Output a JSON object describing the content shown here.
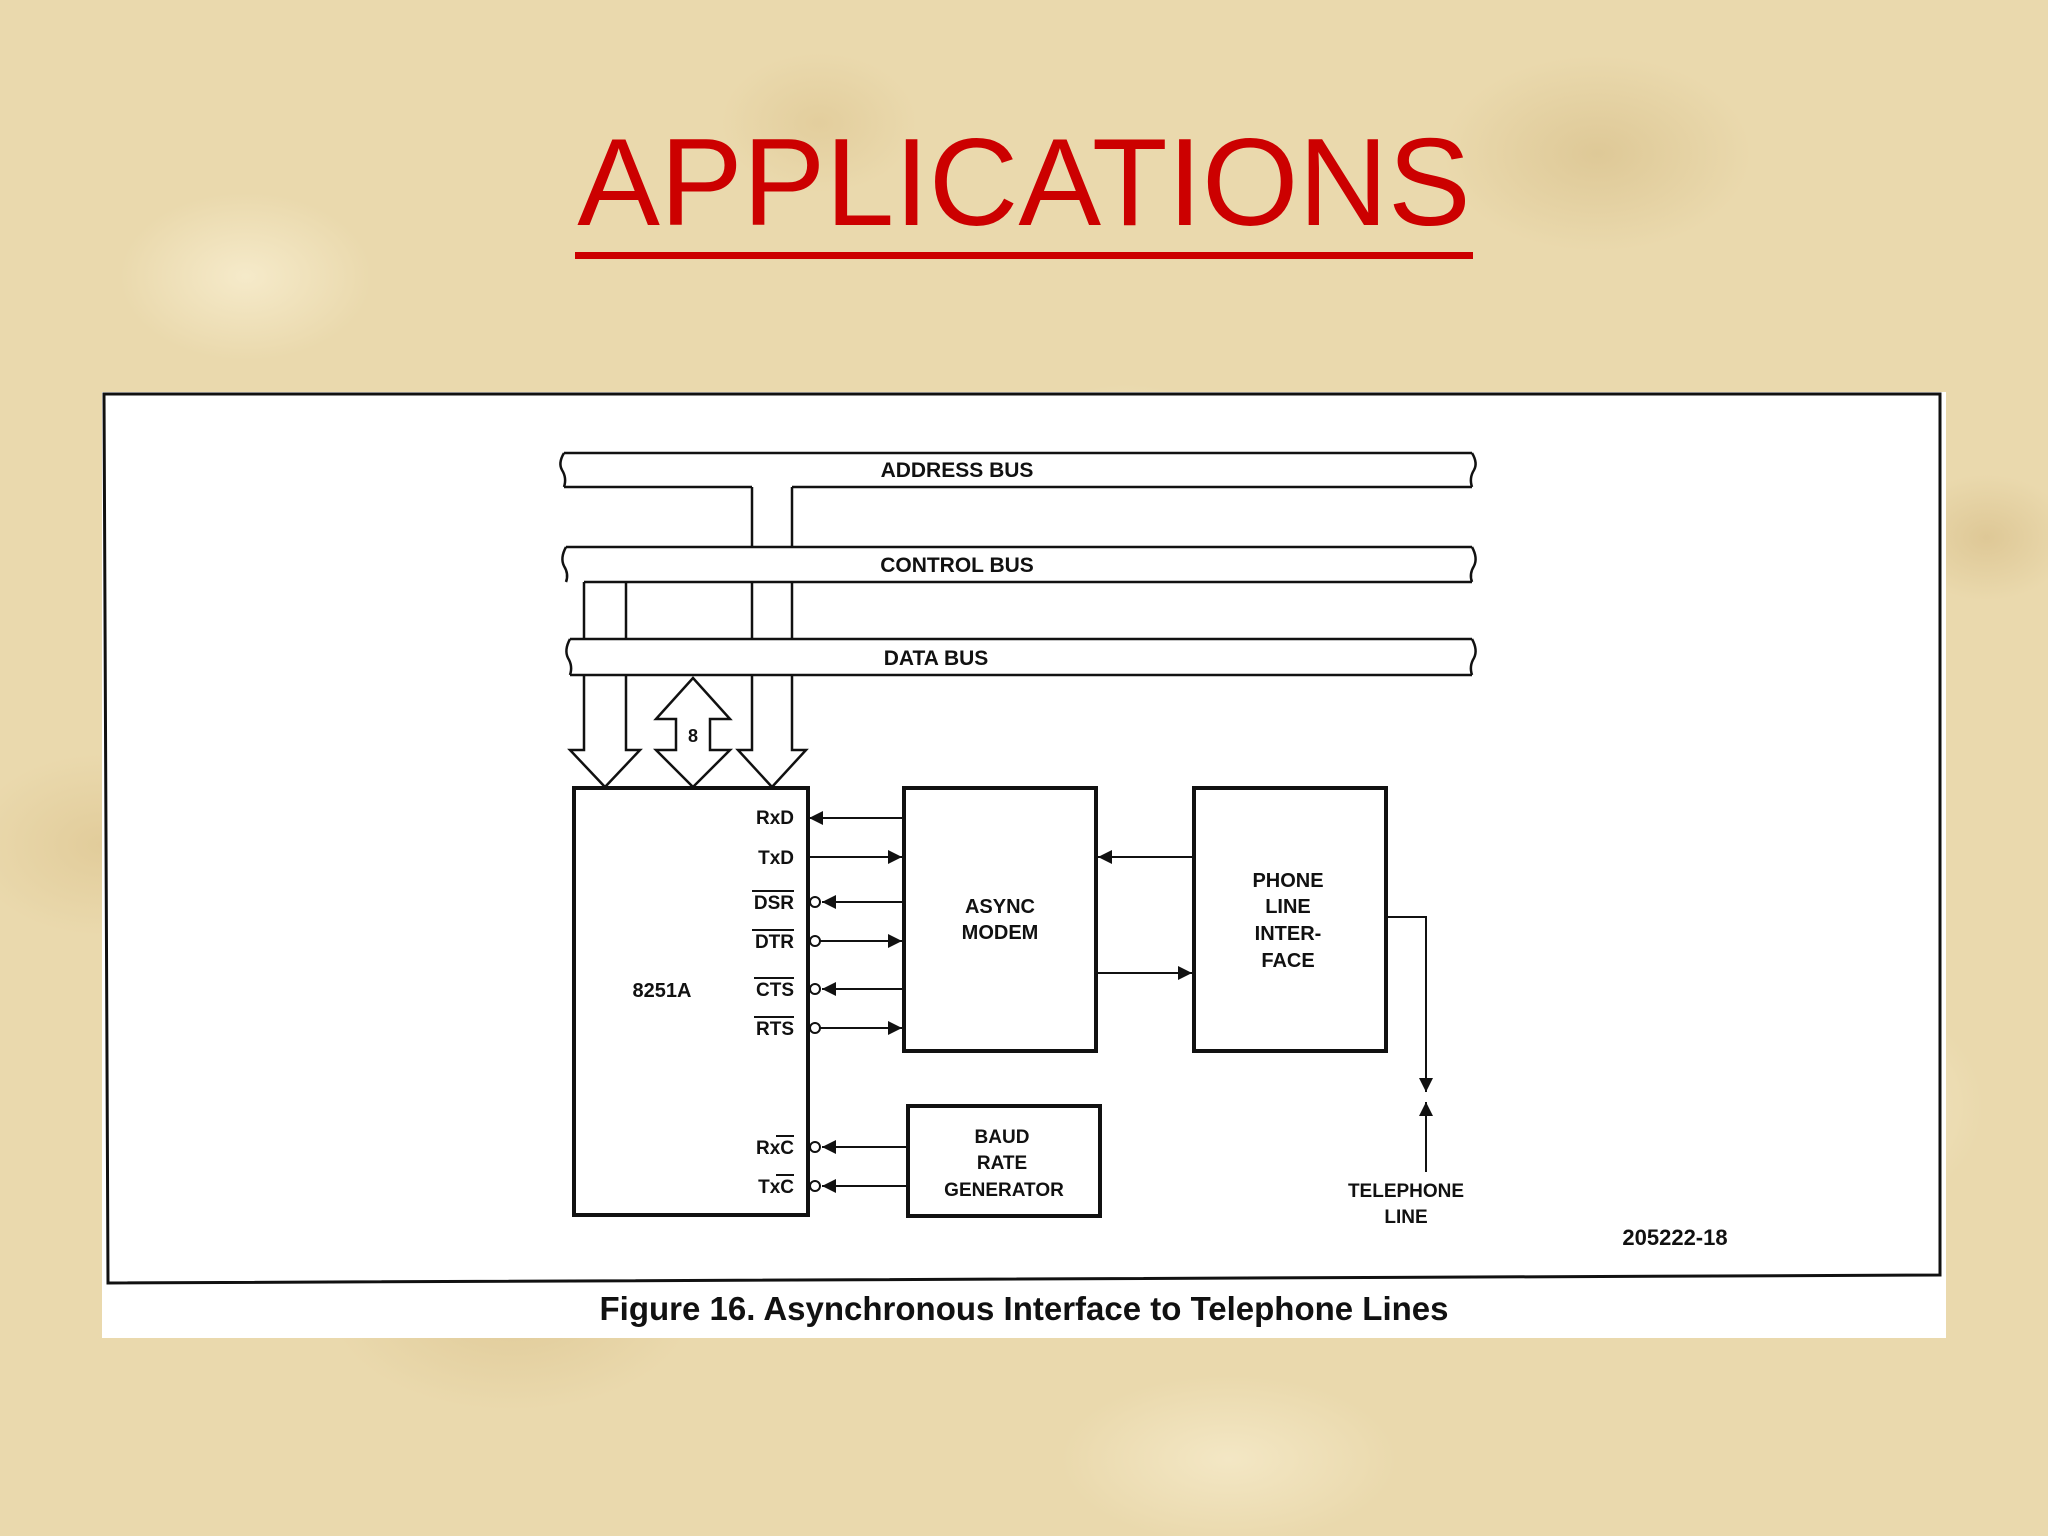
{
  "slide": {
    "title": "APPLICATIONS",
    "title_color": "#cc0000"
  },
  "figure": {
    "caption": "Figure 16. Asynchronous Interface to Telephone Lines",
    "figure_id": "205222-18",
    "buses": {
      "address": "ADDRESS BUS",
      "control": "CONTROL BUS",
      "data": "DATA BUS",
      "data_width": "8"
    },
    "usart": {
      "name": "8251A",
      "pins": {
        "rxd": "RxD",
        "txd": "TxD",
        "dsr": "DSR",
        "dtr": "DTR",
        "cts": "CTS",
        "rts": "RTS",
        "rxc": "RxC",
        "txc": "TxC"
      }
    },
    "modem": {
      "line1": "ASYNC",
      "line2": "MODEM"
    },
    "phone_interface": {
      "line1": "PHONE",
      "line2": "LINE",
      "line3": "INTER-",
      "line4": "FACE"
    },
    "baud_generator": {
      "line1": "BAUD",
      "line2": "RATE",
      "line3": "GENERATOR"
    },
    "telephone_line": {
      "line1": "TELEPHONE",
      "line2": "LINE"
    }
  }
}
